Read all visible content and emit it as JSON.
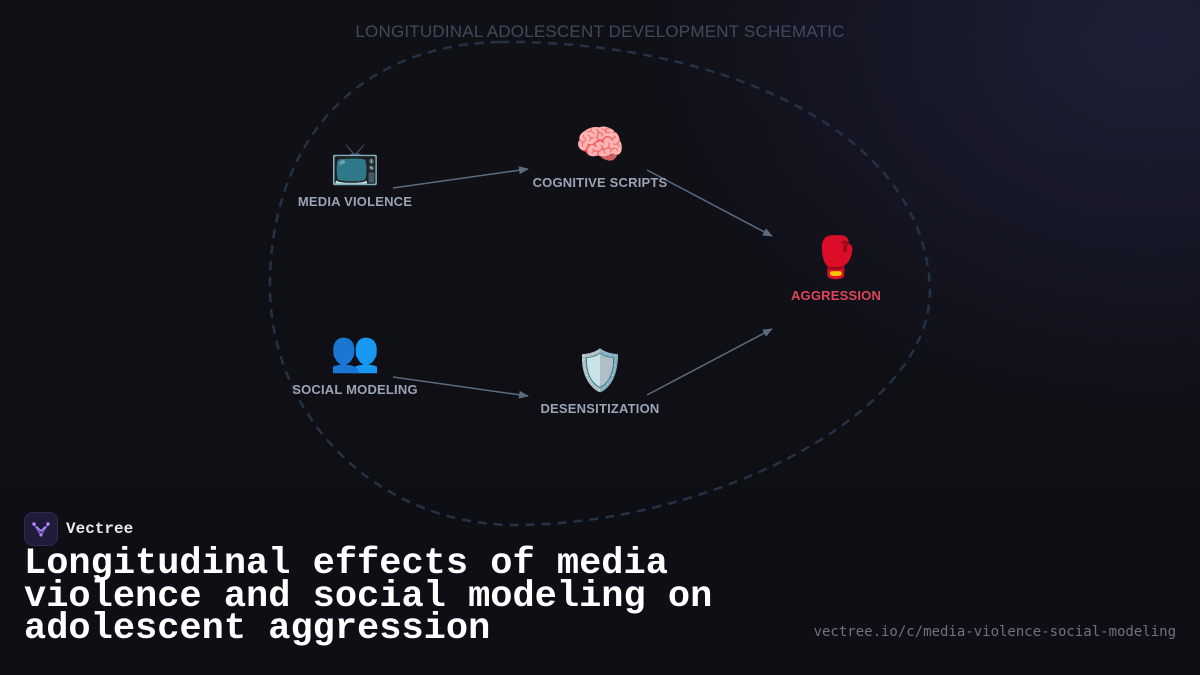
{
  "diagram": {
    "title": "LONGITUDINAL ADOLESCENT DEVELOPMENT SCHEMATIC",
    "nodes": {
      "media_violence": {
        "label": "MEDIA VIOLENCE",
        "icon": "tv-icon",
        "glyph": "📺"
      },
      "cognitive_scripts": {
        "label": "COGNITIVE SCRIPTS",
        "icon": "brain-icon",
        "glyph": "🧠"
      },
      "social_modeling": {
        "label": "SOCIAL MODELING",
        "icon": "people-icon",
        "glyph": "👥"
      },
      "desensitization": {
        "label": "DESENSITIZATION",
        "icon": "shield-icon",
        "glyph": "🛡️"
      },
      "aggression": {
        "label": "AGGRESSION",
        "icon": "boxing-glove-icon",
        "glyph": "🥊"
      }
    },
    "edges": [
      {
        "from": "media_violence",
        "to": "cognitive_scripts"
      },
      {
        "from": "cognitive_scripts",
        "to": "aggression"
      },
      {
        "from": "social_modeling",
        "to": "desensitization"
      },
      {
        "from": "desensitization",
        "to": "aggression"
      }
    ],
    "colors": {
      "node_label": "#9aa4b6",
      "outcome_label": "#e0455c",
      "edge": "#5b6b80",
      "boundary": "#243247"
    }
  },
  "brand": {
    "name": "Vectree",
    "logo_icon": "vectree-logo-icon"
  },
  "headline": "Longitudinal effects of media violence and social modeling on adolescent aggression",
  "url": "vectree.io/c/media-violence-social-modeling"
}
